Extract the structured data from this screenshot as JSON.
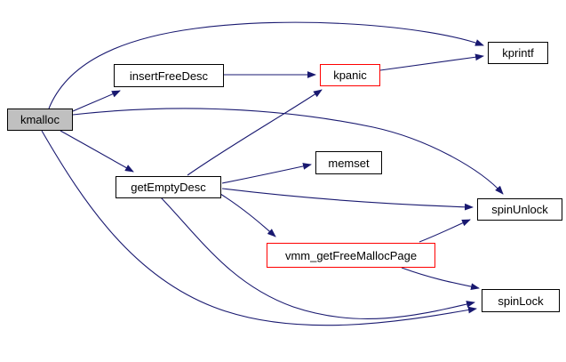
{
  "diagram": {
    "type": "call-graph",
    "description": "Doxygen-style function call graph rooted at kmalloc",
    "colors": {
      "edge": "#191970",
      "node_border": "#000000",
      "highlight_border": "#ff0000",
      "node_fill": "#ffffff",
      "root_fill": "#c0c0c0",
      "text": "#000000"
    },
    "nodes": [
      {
        "id": "kmalloc",
        "label": "kmalloc",
        "role": "root",
        "border": "black"
      },
      {
        "id": "insertFreeDesc",
        "label": "insertFreeDesc",
        "border": "black"
      },
      {
        "id": "kpanic",
        "label": "kpanic",
        "border": "red"
      },
      {
        "id": "kprintf",
        "label": "kprintf",
        "border": "black"
      },
      {
        "id": "getEmptyDesc",
        "label": "getEmptyDesc",
        "border": "black"
      },
      {
        "id": "memset",
        "label": "memset",
        "border": "black"
      },
      {
        "id": "spinUnlock",
        "label": "spinUnlock",
        "border": "black"
      },
      {
        "id": "vmm_getFreeMallocPage",
        "label": "vmm_getFreeMallocPage",
        "border": "red"
      },
      {
        "id": "spinLock",
        "label": "spinLock",
        "border": "black"
      }
    ],
    "edges": [
      {
        "from": "kmalloc",
        "to": "kprintf"
      },
      {
        "from": "kmalloc",
        "to": "insertFreeDesc"
      },
      {
        "from": "kmalloc",
        "to": "spinUnlock"
      },
      {
        "from": "kmalloc",
        "to": "getEmptyDesc"
      },
      {
        "from": "kmalloc",
        "to": "spinLock"
      },
      {
        "from": "insertFreeDesc",
        "to": "kpanic"
      },
      {
        "from": "kpanic",
        "to": "kprintf"
      },
      {
        "from": "getEmptyDesc",
        "to": "kpanic"
      },
      {
        "from": "getEmptyDesc",
        "to": "memset"
      },
      {
        "from": "getEmptyDesc",
        "to": "spinUnlock"
      },
      {
        "from": "getEmptyDesc",
        "to": "vmm_getFreeMallocPage"
      },
      {
        "from": "getEmptyDesc",
        "to": "spinLock"
      },
      {
        "from": "vmm_getFreeMallocPage",
        "to": "spinUnlock"
      },
      {
        "from": "vmm_getFreeMallocPage",
        "to": "spinLock"
      }
    ]
  }
}
